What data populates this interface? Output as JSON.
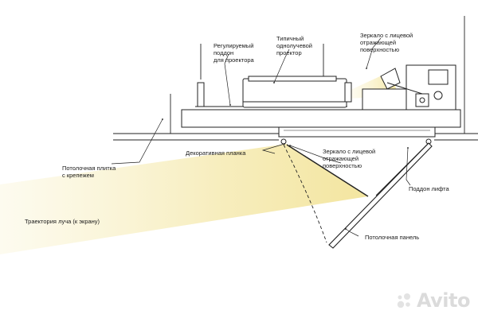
{
  "labels": {
    "adjustable_tray": "Регулируемый\nподдон\nдля проектора",
    "typical_projector": "Типичный\nоднолучевой\nпроектор",
    "mirror_top": "Зеркало с лицевой\nотражающей\nповерхностью",
    "ceiling_tile": "Потолочная плитка\nс крепежем",
    "decorative_strip": "Декоративная планка",
    "mirror_bottom": "Зеркало с лицевой\nотражающей\nповерхностью",
    "lift_tray": "Поддон лифта",
    "beam_path": "Траектория луча (к экрану)",
    "ceiling_panel": "Потолочная панель"
  },
  "watermark": {
    "text": "Avito",
    "colors": [
      "#00aaff",
      "#97cf26",
      "#ff6163",
      "#a169f7"
    ]
  },
  "colors": {
    "beam": "#f6ecb5",
    "line": "#222222"
  }
}
